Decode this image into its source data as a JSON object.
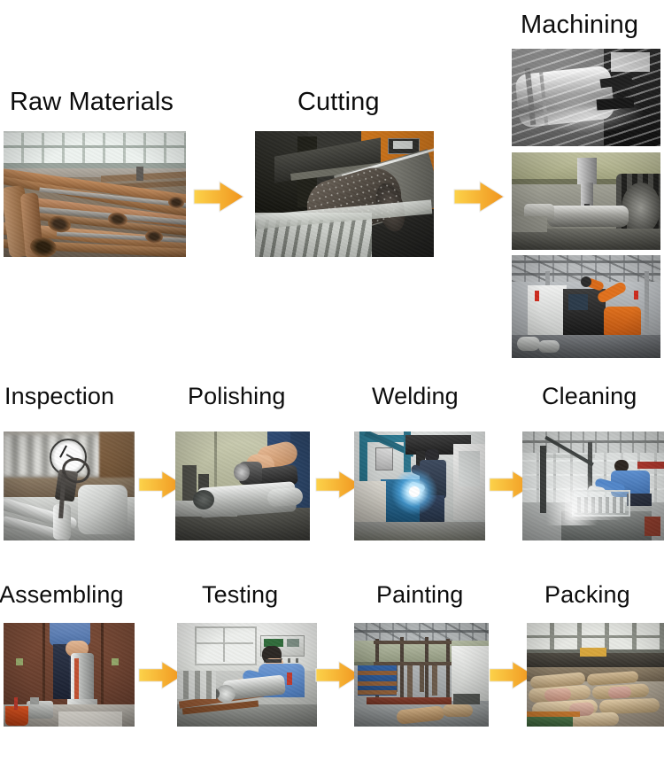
{
  "diagram": {
    "title_text_color": "#0d0d0d",
    "background": "#ffffff",
    "arrow_color_start": "#fcd24a",
    "arrow_color_end": "#f0941e",
    "rows": [
      {
        "row_name": "row-1",
        "steps": [
          {
            "label": "Raw Materials",
            "image_alt": "stacked rusty steel pipes and bars in a workshop"
          },
          {
            "label": "Cutting",
            "image_alt": "band saw cutting a round steel billet"
          },
          {
            "label": "Machining",
            "image_alt": "CNC turning, milling and robotic machining cell"
          }
        ]
      },
      {
        "row_name": "row-2",
        "steps": [
          {
            "label": "Inspection",
            "image_alt": "dial indicator gauge measuring machined parts"
          },
          {
            "label": "Polishing",
            "image_alt": "worker polishing a metal housing with an angle grinder"
          },
          {
            "label": "Welding",
            "image_alt": "worker welding a part with bright blue arc light"
          },
          {
            "label": "Cleaning",
            "image_alt": "worker cleaning parts in a steam washing tank"
          }
        ]
      },
      {
        "row_name": "row-3",
        "steps": [
          {
            "label": "Assembling",
            "image_alt": "worker assembling a cylinder unit in the shop"
          },
          {
            "label": "Testing",
            "image_alt": "technician testing a cylinder on a test bench"
          },
          {
            "label": "Painting",
            "image_alt": "painting line racks with parts in a factory hall"
          },
          {
            "label": "Packing",
            "image_alt": "wrapped and packed cylinders stacked on pallets"
          }
        ]
      }
    ],
    "arrows": [
      {
        "name": "arrow-raw-to-cutting",
        "row": 1
      },
      {
        "name": "arrow-cutting-to-machining",
        "row": 1
      },
      {
        "name": "arrow-inspection-to-polishing",
        "row": 2
      },
      {
        "name": "arrow-polishing-to-welding",
        "row": 2
      },
      {
        "name": "arrow-welding-to-cleaning",
        "row": 2
      },
      {
        "name": "arrow-assembling-to-testing",
        "row": 3
      },
      {
        "name": "arrow-testing-to-painting",
        "row": 3
      },
      {
        "name": "arrow-painting-to-packing",
        "row": 3
      }
    ]
  }
}
